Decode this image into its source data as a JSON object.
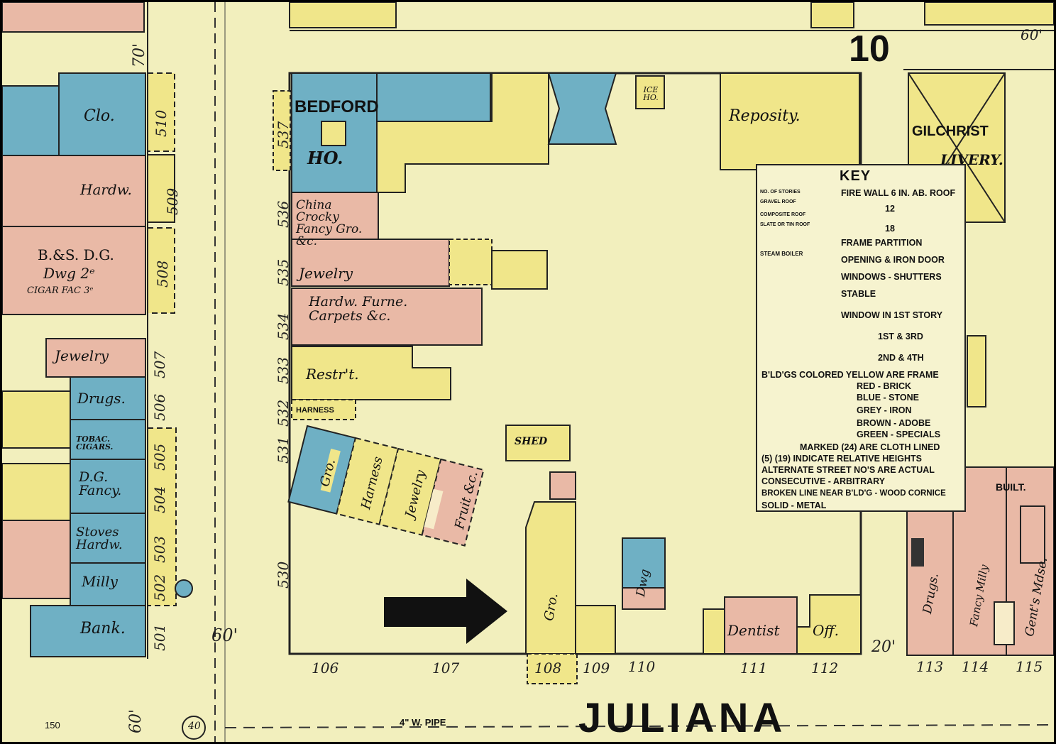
{
  "sheet_number": "10",
  "street_name": "JULIANA",
  "pipe_label": "4\" W. PIPE",
  "page_corner_number": "150",
  "hydrant_number": "40",
  "street_widths": [
    "60'",
    "60'",
    "70'",
    "60'",
    "20'"
  ],
  "buildings": {
    "bedford": "BEDFORD",
    "bedford_ho": "HO.",
    "clo": "Clo.",
    "hardw_left": "Hardw.",
    "bs_dg": "B.&S. D.G.",
    "dwg_2e": "Dwg 2ᵉ",
    "cigar": "CIGAR FAC 3ᵉ",
    "jewelry_left": "Jewelry",
    "drugs_left": "Drugs.",
    "tobac": "TOBAC. CIGARS.",
    "dg_fancy": "D.G. Fancy.",
    "stoves": "Stoves Hardw.",
    "milly_left": "Milly",
    "bank": "Bank.",
    "china": "China Crocky Fancy Gro. &c.",
    "jewelry_mid": "Jewelry",
    "hardw_furn": "Hardw. Furne. Carpets &c.",
    "restrt": "Restr't.",
    "harness_top": "HARNESS",
    "gro_small": "Gro.",
    "harness": "Harness",
    "jewelry_tilt": "Jewelry",
    "fruit": "Fruit &c.",
    "shed": "SHED",
    "gro_main": "Gro.",
    "dwg_right": "Dwg",
    "dentist": "Dentist",
    "off": "Off.",
    "reposity": "Reposity.",
    "gilchrist": "GILCHRIST",
    "livery": "LIVERY.",
    "ice_ho": "ICE HO.",
    "drugs_right": "Drugs.",
    "fancy_milly": "Fancy Milly",
    "gents": "Gent's Mdse.",
    "built": "BUILT."
  },
  "address_numbers_bottom": [
    "106",
    "107",
    "108",
    "109",
    "110",
    "111",
    "112",
    "113",
    "114",
    "115"
  ],
  "address_numbers_left": [
    "530",
    "531",
    "532",
    "533",
    "534",
    "535",
    "536",
    "537"
  ],
  "address_numbers_col": [
    "501",
    "502",
    "503",
    "504",
    "505",
    "506",
    "507",
    "508",
    "509",
    "510"
  ],
  "legend": {
    "title": "KEY",
    "rows": [
      "FIRE WALL 6 IN. AB. ROOF",
      "12",
      "18",
      "FRAME PARTITION",
      "OPENING & IRON DOOR",
      "WINDOWS - SHUTTERS",
      "STABLE",
      "WINDOW IN 1ST STORY",
      "1ST & 3RD",
      "2ND & 4TH",
      "B'LD'GS COLORED YELLOW ARE FRAME",
      "RED - BRICK",
      "BLUE - STONE",
      "GREY - IRON",
      "BROWN - ADOBE",
      "GREEN - SPECIALS",
      "MARKED (24) ARE CLOTH LINED",
      "(5) (19) INDICATE RELATIVE HEIGHTS",
      "ALTERNATE STREET NO'S ARE ACTUAL",
      "CONSECUTIVE - ARBITRARY",
      "BROKEN LINE NEAR B'LD'G - WOOD CORNICE",
      "SOLID - METAL"
    ],
    "left_labels": [
      "NO. OF STORIES",
      "GRAVEL ROOF",
      "COMPOSITE ROOF",
      "SLATE OR TIN ROOF",
      "STEAM BOILER"
    ]
  },
  "colors": {
    "paper": "#f2efbd",
    "frame": "#f0e68a",
    "brick": "#e9b9a6",
    "stone": "#6fb0c4",
    "ink": "#111111"
  }
}
